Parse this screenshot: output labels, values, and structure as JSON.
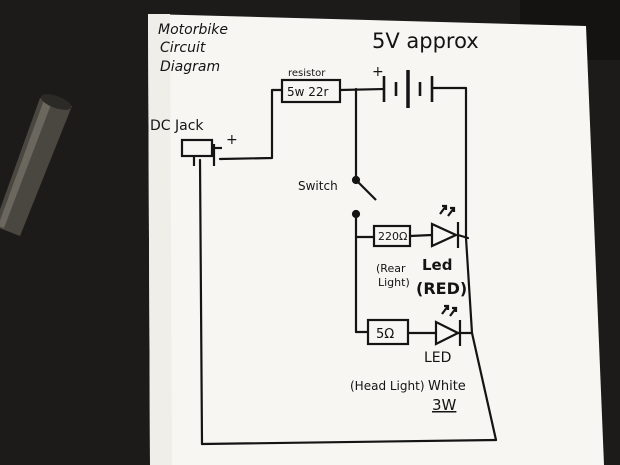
{
  "diagram": {
    "title_lines": [
      "Motorbike",
      "Circuit",
      "Diagram"
    ],
    "voltage_label": "5V approx",
    "battery_plus": "+",
    "resistor_caption": "resistor",
    "resistor_value": "5w 22r",
    "jack_label": "DC Jack",
    "jack_plus": "+",
    "switch_label": "Switch",
    "rear_resistor_value": "220Ω",
    "rear_note_line1": "(Rear",
    "rear_note_line2": "Light)",
    "rear_led_line1": "Led",
    "rear_led_line2": "(RED)",
    "head_resistor_value": "5Ω",
    "head_led_label": "LED",
    "head_note": "(Head Light)",
    "head_color": "White",
    "head_power": "3W"
  },
  "colors": {
    "paper": "#f7f6f2",
    "ink": "#141414",
    "table": "#1d1b19",
    "pen": "#4a4640"
  }
}
